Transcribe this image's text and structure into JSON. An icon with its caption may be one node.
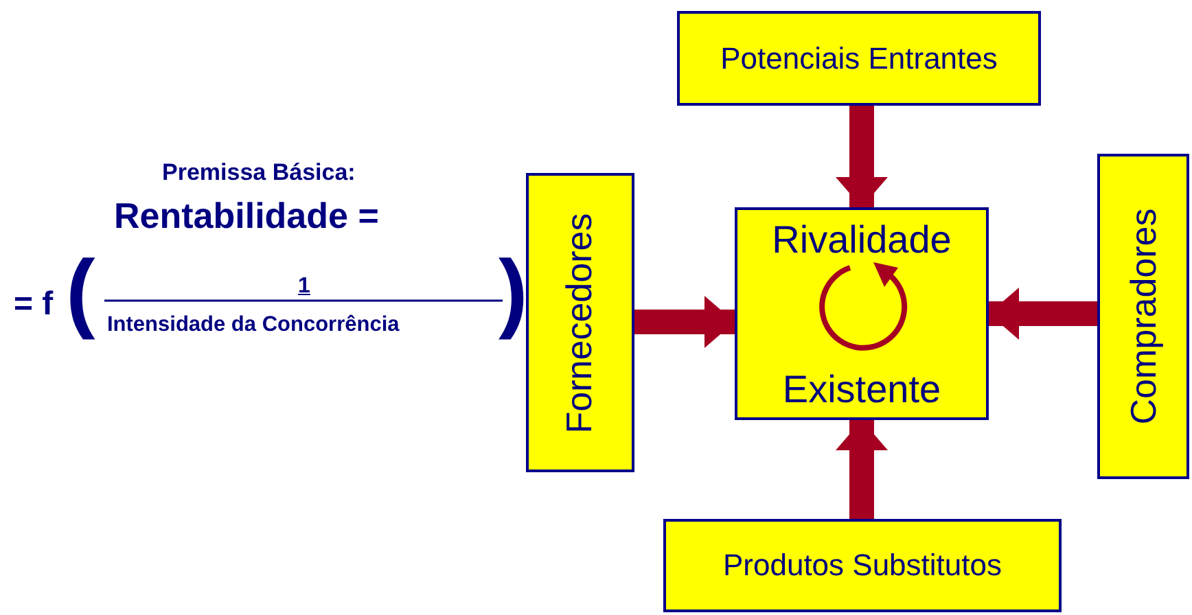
{
  "diagram": {
    "nodes": [
      {
        "text": [
          "Potenciais Entrantes"
        ]
      },
      {
        "text": [
          "Fornecedores"
        ]
      },
      {
        "text": [
          "Rivalidade",
          "Existente"
        ]
      },
      {
        "text": [
          "Compradores"
        ]
      },
      {
        "text": [
          "Produtos Substitutos"
        ]
      }
    ],
    "edges": [
      {
        "from": 0,
        "to": 2,
        "arrow": "to"
      },
      {
        "from": 1,
        "to": 2,
        "arrow": "to"
      },
      {
        "from": 3,
        "to": 2,
        "arrow": "to"
      },
      {
        "from": 4,
        "to": 2,
        "arrow": "to"
      }
    ],
    "labels": [
      "Premissa Básica:",
      "Rentabilidade =",
      "= f",
      "(",
      "1",
      "Intensidade da Concorrência",
      ")"
    ]
  }
}
